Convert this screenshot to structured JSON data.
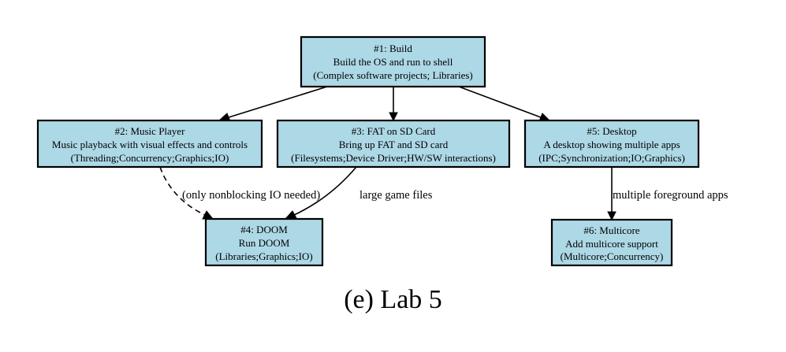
{
  "nodes": [
    {
      "id": "n1",
      "lines": [
        "#1: Build",
        "Build the OS and run to shell",
        "(Complex software projects; Libraries)"
      ]
    },
    {
      "id": "n2",
      "lines": [
        "#2: Music Player",
        "Music playback with visual effects and controls",
        "(Threading;Concurrency;Graphics;IO)"
      ]
    },
    {
      "id": "n3",
      "lines": [
        "#3: FAT on SD Card",
        "Bring up FAT and SD card",
        "(Filesystems;Device Driver;HW/SW interactions)"
      ]
    },
    {
      "id": "n4",
      "lines": [
        "#4: DOOM",
        "Run DOOM",
        "(Libraries;Graphics;IO)"
      ]
    },
    {
      "id": "n5",
      "lines": [
        "#5: Desktop",
        "A desktop showing multiple apps",
        "(IPC;Synchronization;IO;Graphics)"
      ]
    },
    {
      "id": "n6",
      "lines": [
        "#6: Multicore",
        "Add multicore support",
        "(Multicore;Concurrency)"
      ]
    }
  ],
  "edges": [
    {
      "id": "e1",
      "from": "n1",
      "to": "n2",
      "label": "",
      "style": "solid"
    },
    {
      "id": "e2",
      "from": "n1",
      "to": "n3",
      "label": "",
      "style": "solid"
    },
    {
      "id": "e3",
      "from": "n1",
      "to": "n5",
      "label": "",
      "style": "solid"
    },
    {
      "id": "e4",
      "from": "n2",
      "to": "n4",
      "label": "(only nonblocking IO needed)",
      "style": "dashed"
    },
    {
      "id": "e5",
      "from": "n3",
      "to": "n4",
      "label": "large game files",
      "style": "solid"
    },
    {
      "id": "e6",
      "from": "n5",
      "to": "n6",
      "label": "multiple foreground apps",
      "style": "solid"
    }
  ],
  "caption": "(e) Lab 5",
  "colors": {
    "node_fill": "#add8e6",
    "node_stroke": "#000000"
  }
}
